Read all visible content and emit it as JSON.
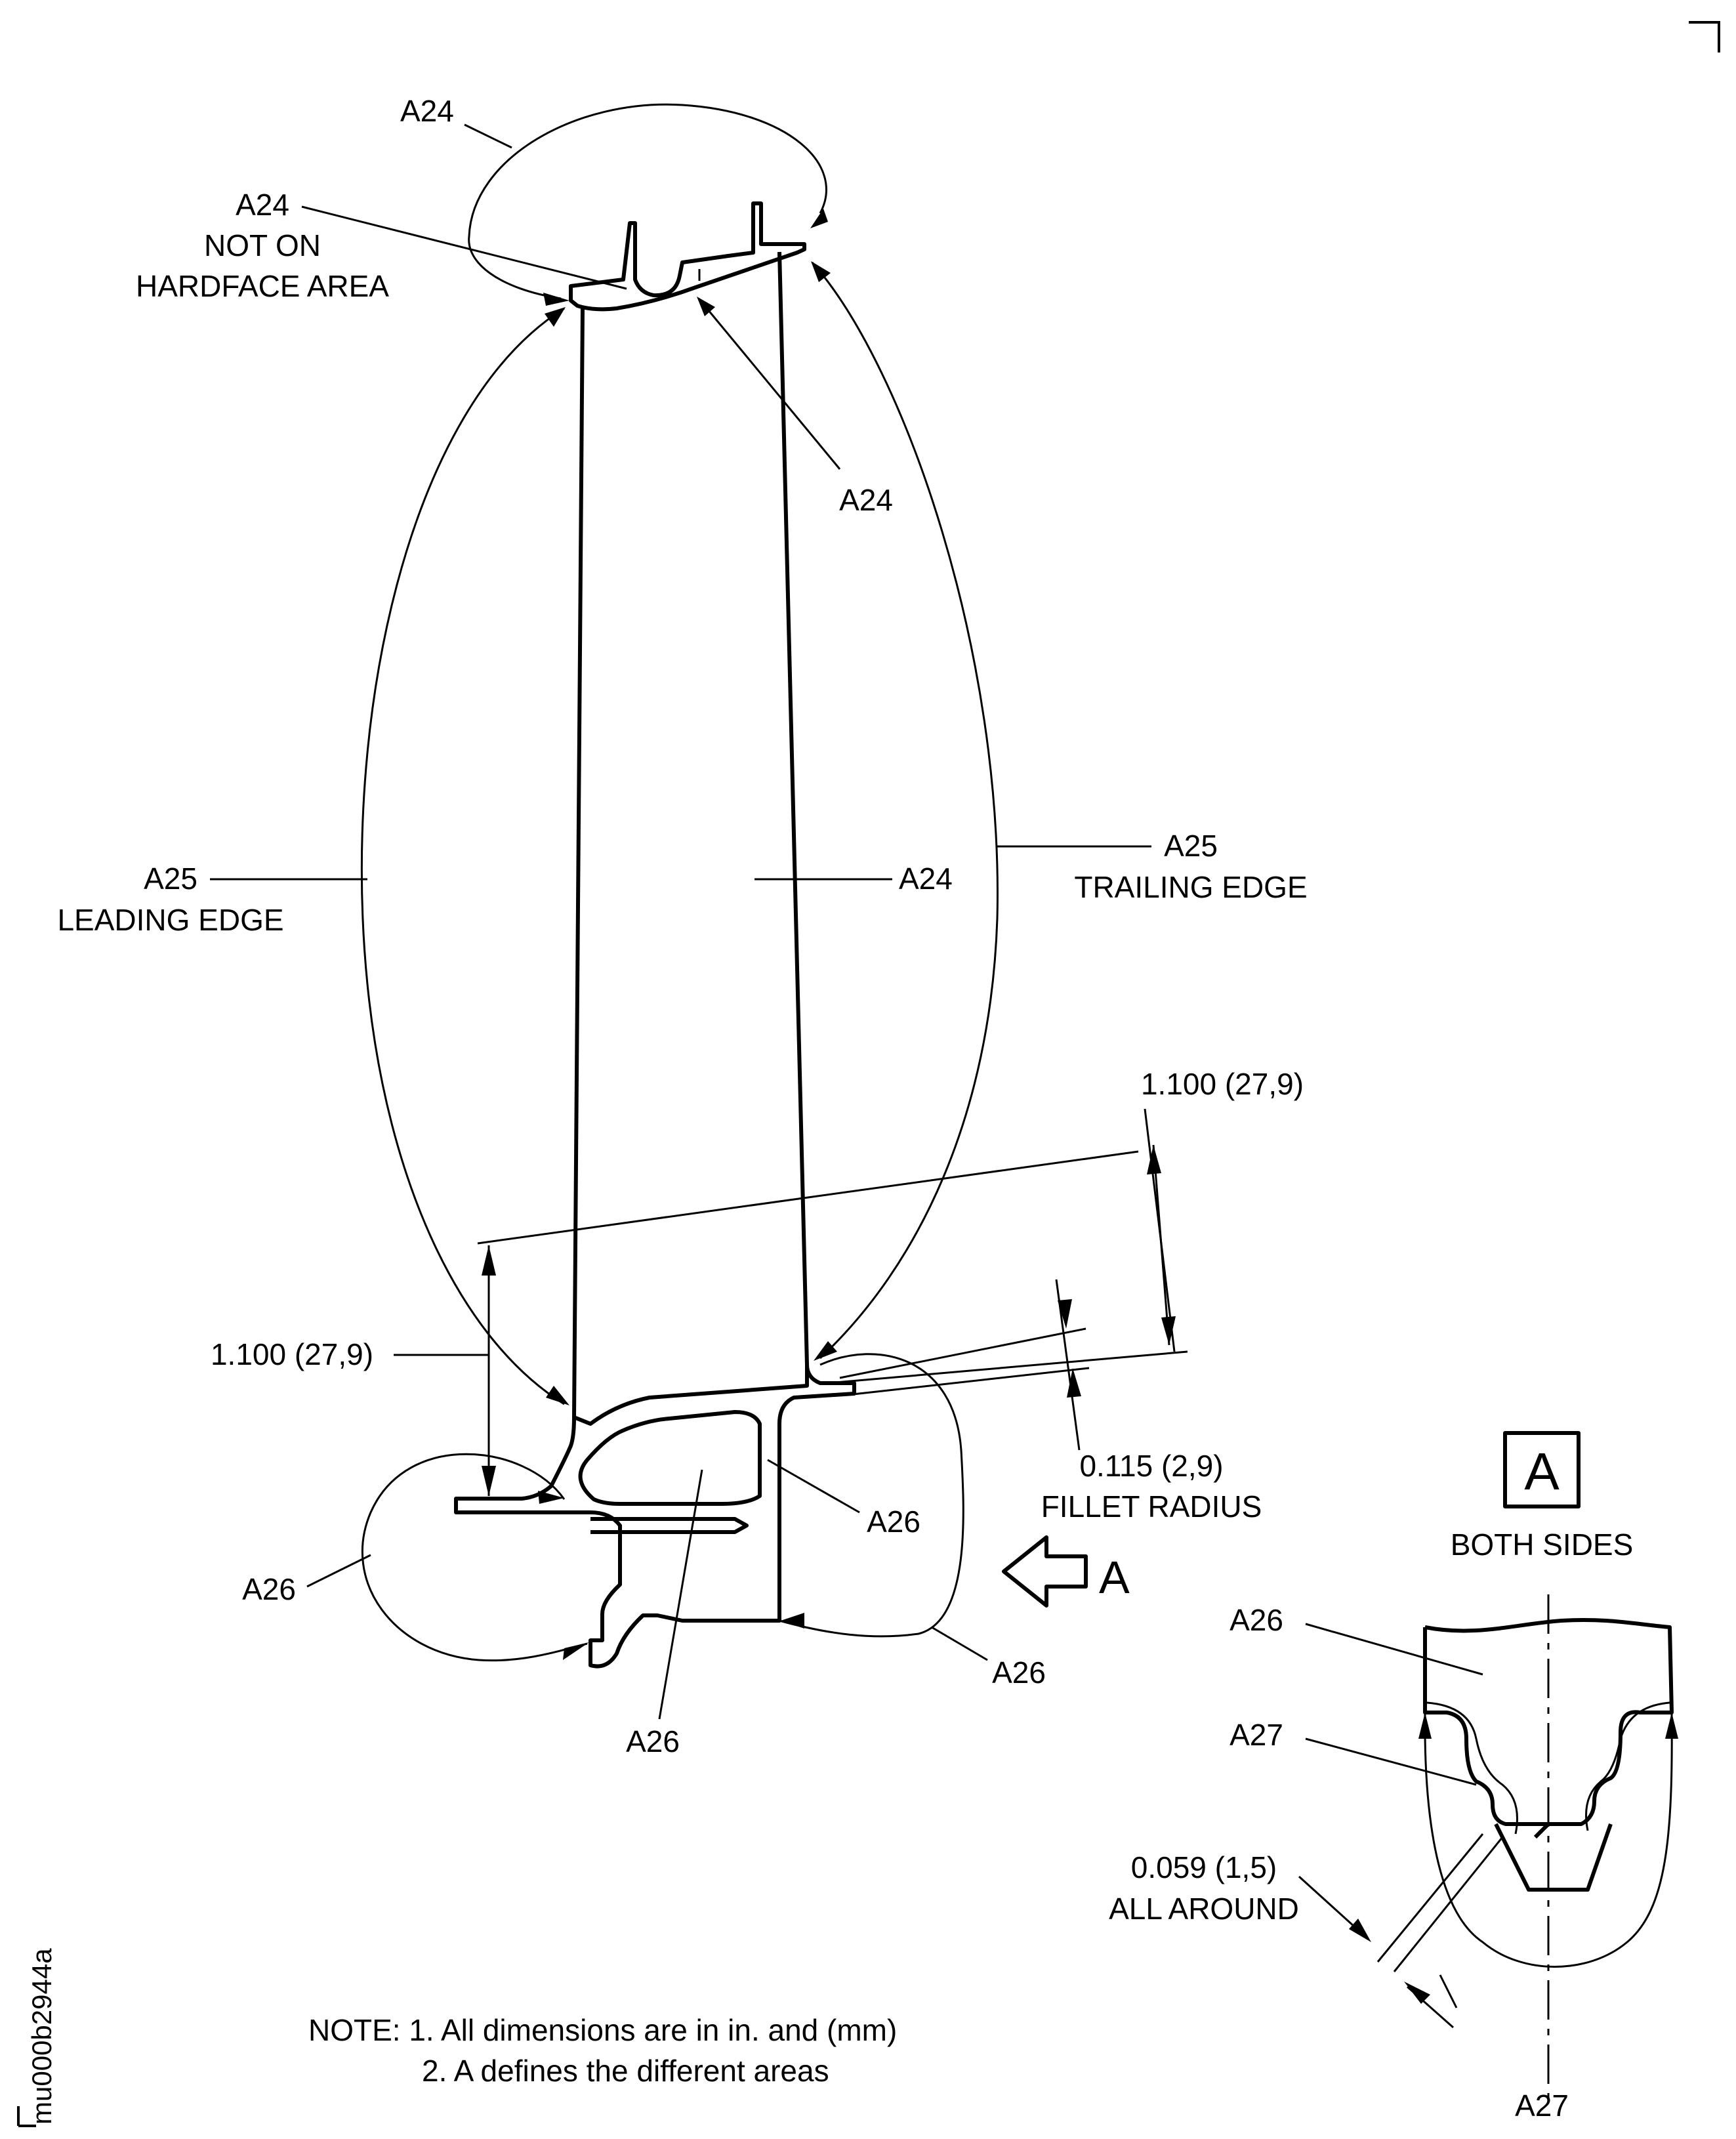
{
  "figure_id": "mu000b2944a",
  "labels": {
    "top_a24": "A24",
    "a24_not_on_1": "A24",
    "a24_not_on_2": "NOT ON",
    "a24_not_on_3": "HARDFACE AREA",
    "a24_tip": "A24",
    "a24_airfoil": "A24",
    "a25_le_1": "A25",
    "a25_le_2": "LEADING EDGE",
    "a25_te_1": "A25",
    "a25_te_2": "TRAILING EDGE",
    "a26_left": "A26",
    "a26_mid": "A26",
    "a26_bottom": "A26",
    "a26_right": "A26",
    "a26_detail": "A26",
    "a27_detail_left": "A27",
    "a27_detail_bottom": "A27"
  },
  "dimensions": {
    "right_height": "1.100 (27,9)",
    "left_height": "1.100 (27,9)",
    "fillet_1": "0.115 (2,9)",
    "fillet_2": "FILLET RADIUS",
    "detail_1": "0.059 (1,5)",
    "detail_2": "ALL AROUND"
  },
  "view": {
    "arrow_label": "A",
    "detail_box_label": "A",
    "detail_caption": "BOTH SIDES"
  },
  "notes": {
    "line1": "NOTE: 1. All dimensions are in in. and (mm)",
    "line2": "2. A defines the different areas"
  }
}
